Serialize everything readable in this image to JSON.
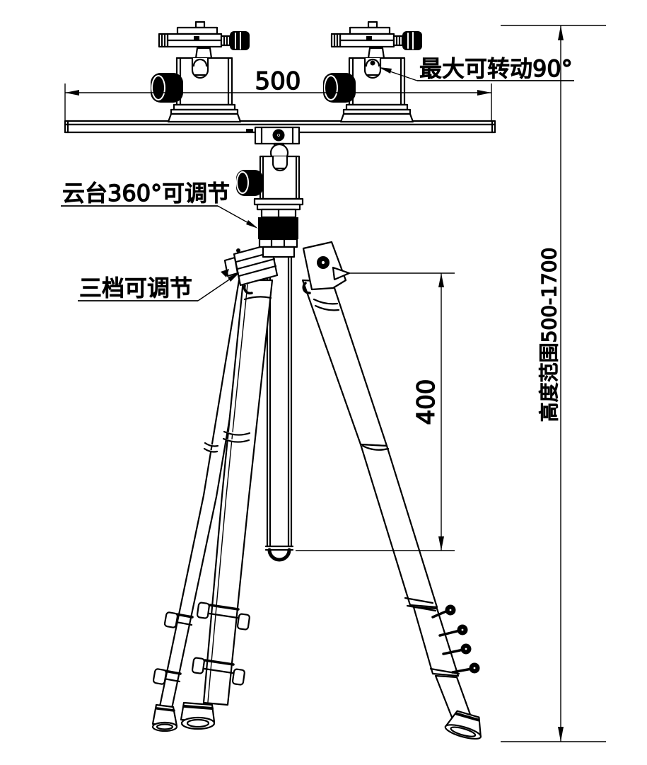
{
  "drawing": {
    "background_color": "#ffffff",
    "line_color": "#000000",
    "dim_width": "500",
    "dim_column": "400",
    "dim_height_range": "高度范围500-1700",
    "label_max_rotation": "最大可转动90°",
    "label_ball_head": "云台360°可调节",
    "label_three_position": "三档可调节"
  }
}
